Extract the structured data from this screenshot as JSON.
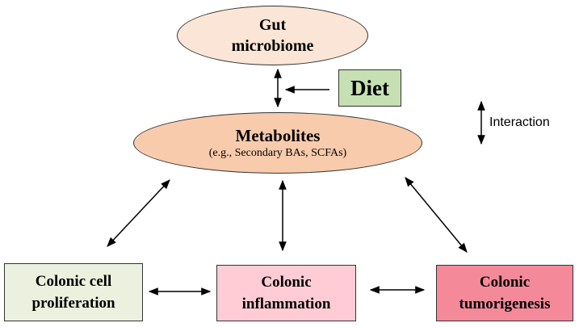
{
  "nodes": {
    "gut_microbiome": {
      "line1": "Gut",
      "line2": "microbiome",
      "fill": "#fbe5d6"
    },
    "diet": {
      "label": "Diet",
      "fill": "#c6e0b4"
    },
    "metabolites": {
      "title": "Metabolites",
      "subtitle": "(e.g., Secondary BAs, SCFAs)",
      "fill": "#f8cbad"
    },
    "proliferation": {
      "line1": "Colonic cell",
      "line2": "proliferation",
      "fill": "#ebf1de"
    },
    "inflammation": {
      "line1": "Colonic",
      "line2": "inflammation",
      "fill": "#ffccd5"
    },
    "tumorigenesis": {
      "line1": "Colonic",
      "line2": "tumorigenesis",
      "fill": "#f4899a"
    }
  },
  "legend": {
    "label": "Interaction"
  }
}
